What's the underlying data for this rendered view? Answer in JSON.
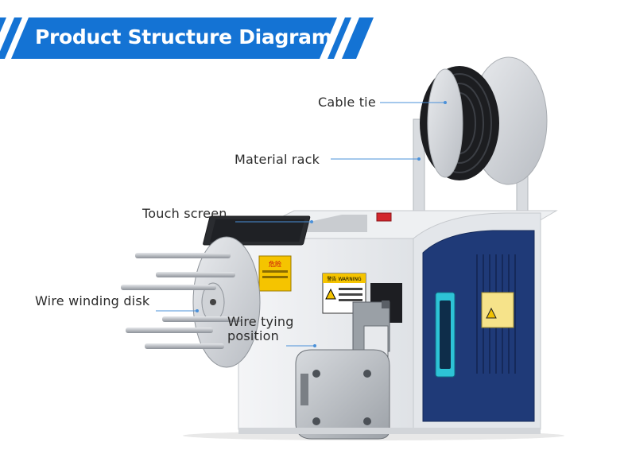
{
  "header": {
    "title": "Product Structure Diagram"
  },
  "colors": {
    "banner_blue": "#1473d4",
    "panel_blue": "#1f3a78",
    "leader_line": "#4a90d9",
    "warning_yellow": "#f2c200"
  },
  "labels": {
    "cable_tie": "Cable tie",
    "material_rack": "Material rack",
    "touch_screen": "Touch screen",
    "wire_winding_disk": "Wire winding disk",
    "wire_tying_line1": "Wire tying",
    "wire_tying_line2": "position"
  },
  "warnings": {
    "left_sticker_title": "危险",
    "right_sticker_title": "警告 WARNING"
  }
}
